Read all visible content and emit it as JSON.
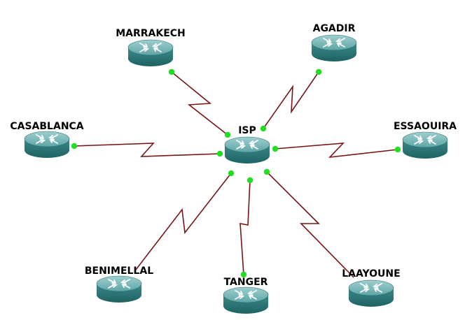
{
  "diagram": {
    "hub": {
      "id": "isp",
      "label": "ISP"
    },
    "routers": [
      {
        "id": "marrakech",
        "label": "MARRAKECH"
      },
      {
        "id": "agadir",
        "label": "AGADIR"
      },
      {
        "id": "casablanca",
        "label": "CASABLANCA"
      },
      {
        "id": "essaouira",
        "label": "ESSAOUIRA"
      },
      {
        "id": "benimellal",
        "label": "BENIMELLAL"
      },
      {
        "id": "tanger",
        "label": "TANGER"
      },
      {
        "id": "laayoune",
        "label": "LAAYOUNE"
      }
    ],
    "links": [
      {
        "from": "isp",
        "to": "marrakech",
        "type": "serial"
      },
      {
        "from": "isp",
        "to": "agadir",
        "type": "serial"
      },
      {
        "from": "isp",
        "to": "casablanca",
        "type": "serial"
      },
      {
        "from": "isp",
        "to": "essaouira",
        "type": "serial"
      },
      {
        "from": "isp",
        "to": "benimellal",
        "type": "serial"
      },
      {
        "from": "isp",
        "to": "tanger",
        "type": "serial"
      },
      {
        "from": "isp",
        "to": "laayoune",
        "type": "serial"
      }
    ],
    "colors": {
      "link": "#7a1414",
      "link_status": "#22dd22",
      "router_top": "#7ab7b7",
      "router_side": "#2f7a7b",
      "router_symbol": "#ffffff"
    },
    "icon": "router-icon"
  }
}
